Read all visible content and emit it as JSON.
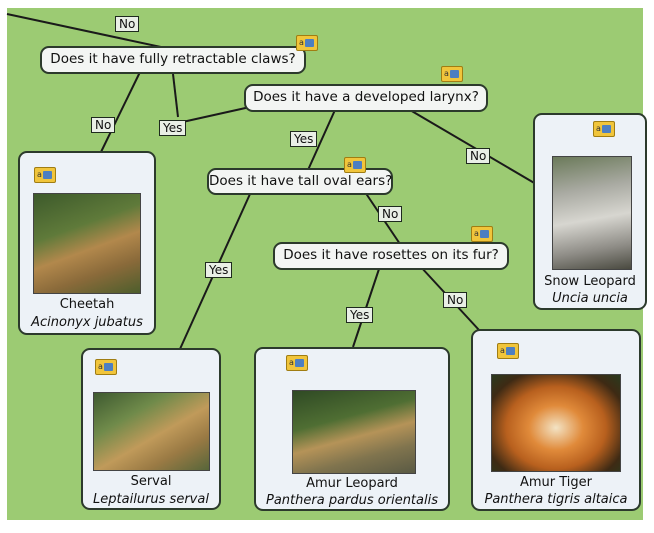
{
  "questions": {
    "claws": "Does it have fully retractable claws?",
    "larynx": "Does it have a developed larynx?",
    "ears": "Does it have tall oval ears?",
    "rosettes": "Does it have rosettes on its fur?"
  },
  "edges": {
    "top_no": "No",
    "claws_no": "No",
    "claws_yes": "Yes",
    "larynx_yes": "Yes",
    "larynx_no": "No",
    "ears_no": "No",
    "ears_yes": "Yes",
    "rosettes_yes": "Yes",
    "rosettes_no": "No"
  },
  "badge_text": "a",
  "animals": {
    "cheetah": {
      "name": "Cheetah",
      "scientific": "Acinonyx jubatus"
    },
    "snow_leopard": {
      "name": "Snow Leopard",
      "scientific": "Uncia uncia"
    },
    "serval": {
      "name": "Serval",
      "scientific": "Leptailurus serval"
    },
    "amur_leopard": {
      "name": "Amur Leopard",
      "scientific": "Panthera pardus orientalis"
    },
    "amur_tiger": {
      "name": "Amur Tiger",
      "scientific": "Panthera tigris altaica"
    }
  },
  "colors": {
    "background": "#9ccb73",
    "node_fill": "#f3f5f3",
    "card_fill": "#edf2f7",
    "connector": "#1a1a1a"
  }
}
